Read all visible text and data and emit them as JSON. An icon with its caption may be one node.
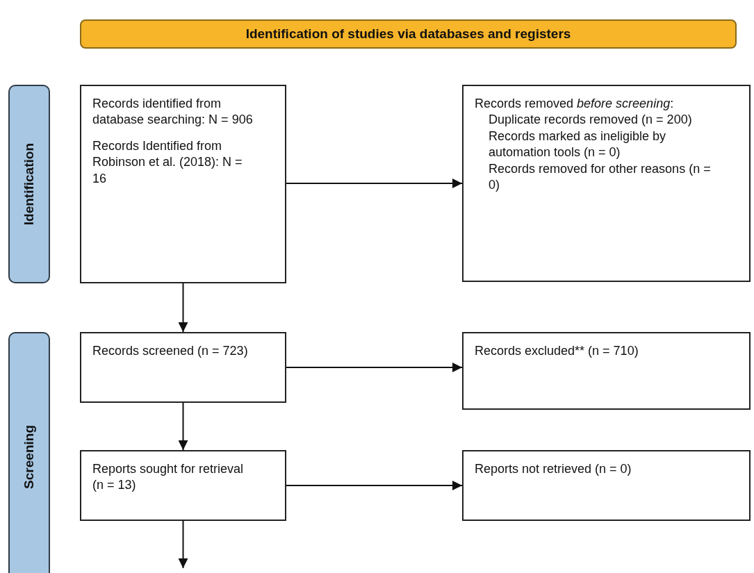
{
  "diagram": {
    "nodes": [
      {
        "text": [
          "Identification of studies via databases and registers"
        ]
      },
      {
        "text": [
          "Identification"
        ]
      },
      {
        "text": [
          "Screening"
        ]
      },
      {
        "text": [
          "Records identified from database searching: N = 906",
          "Records Identified from Robinson et al. (2018): N = 16"
        ]
      },
      {
        "text": [
          "Records removed *before screening*:",
          "Duplicate records removed (n = 200)",
          "Records marked as ineligible by automation tools (n = 0)",
          "Records removed for other reasons (n = 0)"
        ]
      },
      {
        "text": [
          "Records screened (n = 723)"
        ]
      },
      {
        "text": [
          "Records excluded** (n = 710)"
        ]
      },
      {
        "text": [
          "Reports sought for retrieval (n = 13)"
        ]
      },
      {
        "text": [
          "Reports not retrieved (n = 0)"
        ]
      }
    ],
    "edges": [
      {
        "from": 3,
        "to": 4,
        "arrow": "to"
      },
      {
        "from": 3,
        "to": 5,
        "arrow": "to"
      },
      {
        "from": 5,
        "to": 6,
        "arrow": "to"
      },
      {
        "from": 5,
        "to": 7,
        "arrow": "to"
      },
      {
        "from": 7,
        "to": 8,
        "arrow": "to"
      },
      {
        "from": 7,
        "to": null,
        "arrow": "to"
      }
    ]
  }
}
